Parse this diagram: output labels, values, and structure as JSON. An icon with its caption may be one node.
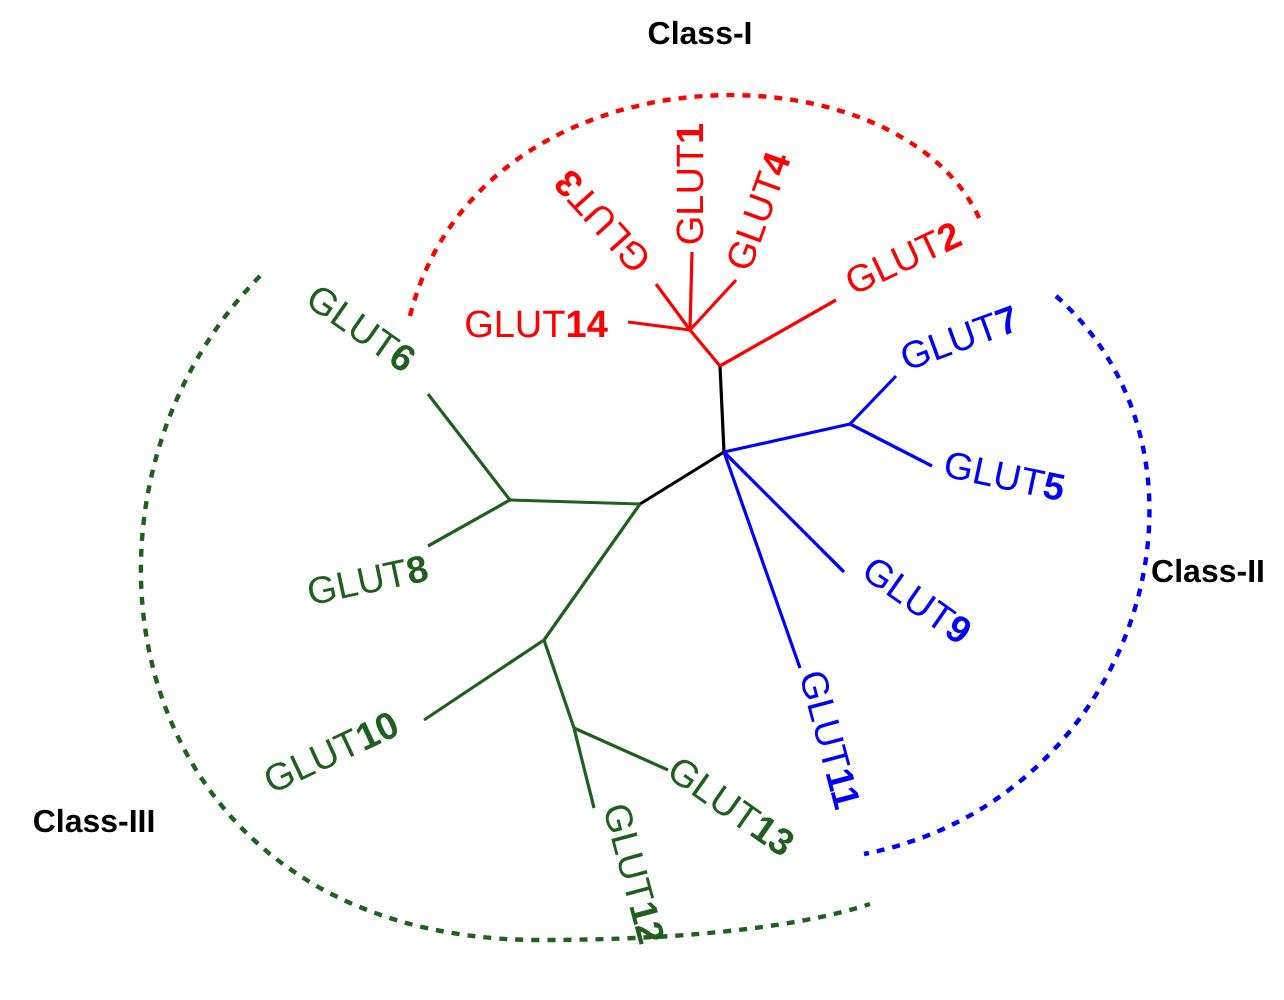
{
  "diagram": {
    "labels": [
      "Class-I",
      "GLUT**3**",
      "GLUT**1**",
      "GLUT**4**",
      "GLUT**2**",
      "GLUT**14**",
      "GLUT**6**",
      "GLUT**7**",
      "GLUT**5**",
      "Class-II",
      "GLUT**8**",
      "GLUT**9**",
      "GLUT**11**",
      "GLUT**10**",
      "Class-III",
      "GLUT**13**",
      "GLUT**12**"
    ]
  }
}
